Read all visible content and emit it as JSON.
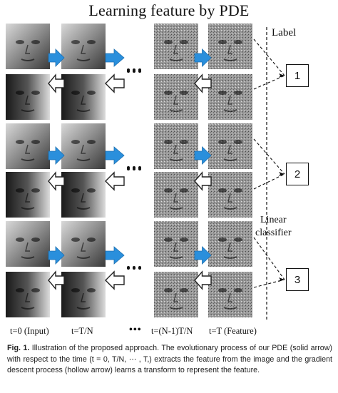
{
  "title": "Learning feature by PDE",
  "label_heading": "Label",
  "classifier_text": [
    "Linear",
    "classifier"
  ],
  "class_labels": [
    "1",
    "2",
    "3"
  ],
  "column_labels": [
    "t=0 (Input)",
    "t=T/N",
    "t=(N-1)T/N",
    "t=T (Feature)"
  ],
  "ellipsis": "•••",
  "caption": {
    "figure_number": "Fig. 1.",
    "text": "Illustration of the proposed approach. The evolutionary process of our PDE (solid arrow) with respect to the time (t = 0, T/N, ⋯ , T,) extracts the feature from the image and the gradient descent process (hollow arrow) learns a transform to represent the feature."
  },
  "colors": {
    "solid_arrow": "#2a8fdc",
    "hollow_arrow": "#ffffff",
    "text": "#111111"
  }
}
